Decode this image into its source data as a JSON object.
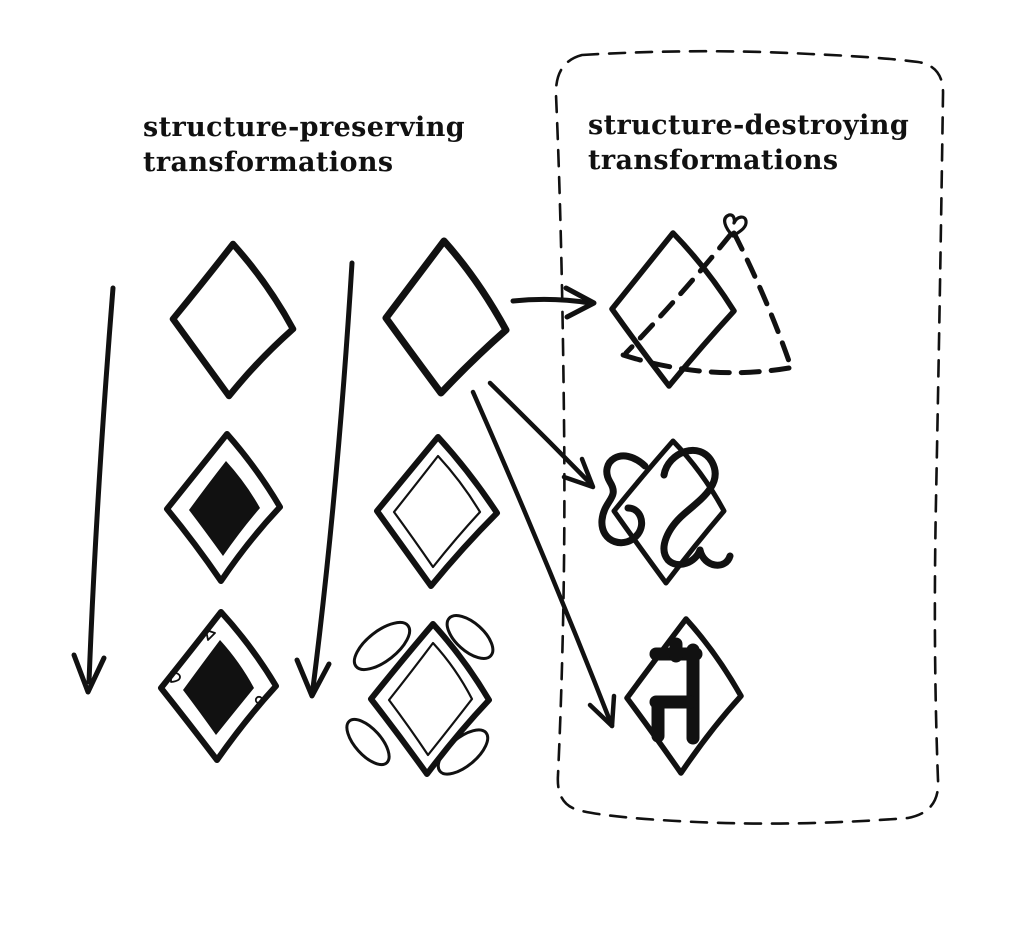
{
  "page": {
    "title": "structure transformations sketch"
  },
  "colors": {
    "ink": "#111111",
    "background": "#ffffff"
  },
  "headings": {
    "left": {
      "line1": "structure-preserving",
      "line2": "transformations"
    },
    "right": {
      "line1": "structure-destroying",
      "line2": "transformations"
    }
  }
}
